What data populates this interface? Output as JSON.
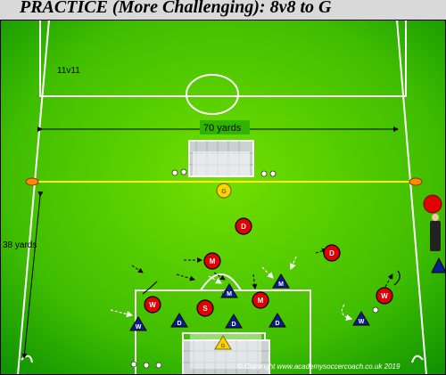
{
  "title": "PRACTICE (More Challenging): 8v8 to G",
  "labels": {
    "format": "11v11",
    "width": "70 yards",
    "length": "38 yards",
    "copyright": "© Copyright www.academysoccercoach.co.uk 2019"
  },
  "colors": {
    "pitch_light": "#6fdc00",
    "pitch_dark": "#0b8f00",
    "red_team": "#e00000",
    "blue_team": "#0a1f8f",
    "yellow_line": "#ffff00",
    "keeper": "#ffd400"
  },
  "players": {
    "red": [
      "D",
      "M",
      "D",
      "M",
      "W",
      "S",
      "W"
    ],
    "blue": [
      "M",
      "M",
      "W",
      "D",
      "D",
      "D",
      "W"
    ],
    "goalkeeper_top": "G",
    "goalkeeper_bottom": "G"
  }
}
